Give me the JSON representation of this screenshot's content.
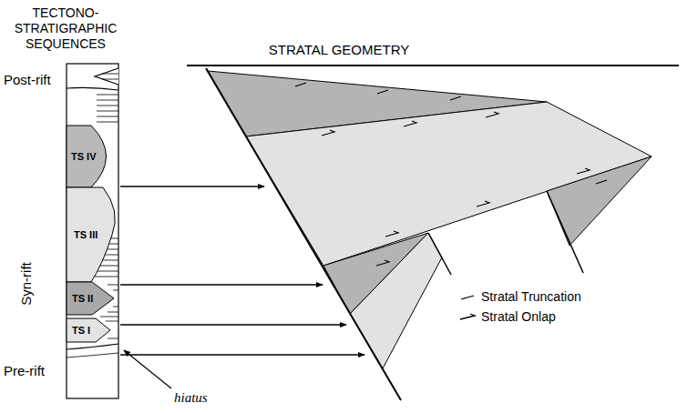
{
  "diagram": {
    "nodes": [
      {
        "text": [
          "TS IV"
        ]
      },
      {
        "text": [
          "TS III"
        ]
      },
      {
        "text": [
          "TS II"
        ]
      },
      {
        "text": [
          "TS I"
        ]
      }
    ],
    "labels": [
      "TECTONO- STRATIGRAPHIC SEQUENCES",
      "STRATAL GEOMETRY",
      "Post-rift",
      "Syn-rift",
      "Pre-rift",
      "hiatus"
    ],
    "legend": [
      {
        "text": "Stratal Truncation"
      },
      {
        "text": "Stratal Onlap"
      }
    ]
  }
}
